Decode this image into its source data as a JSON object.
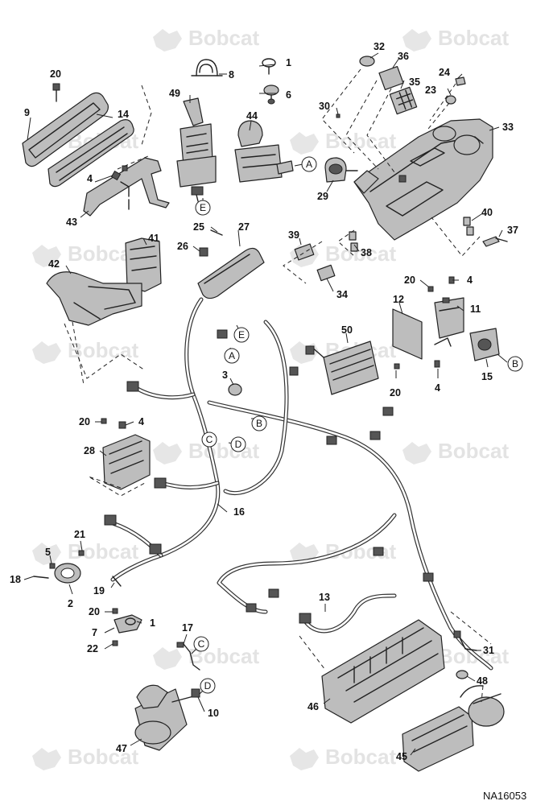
{
  "watermark": {
    "brand": "Bobcat"
  },
  "diagram": {
    "reference": "NA16053",
    "callouts": [
      {
        "label": "1"
      },
      {
        "label": "6"
      },
      {
        "label": "8"
      },
      {
        "label": "20"
      },
      {
        "label": "9"
      },
      {
        "label": "14"
      },
      {
        "label": "49"
      },
      {
        "label": "44"
      },
      {
        "label": "4"
      },
      {
        "label": "43"
      },
      {
        "label": "32"
      },
      {
        "label": "36"
      },
      {
        "label": "35"
      },
      {
        "label": "24"
      },
      {
        "label": "23"
      },
      {
        "label": "30"
      },
      {
        "label": "33"
      },
      {
        "label": "29"
      },
      {
        "label": "40"
      },
      {
        "label": "37"
      },
      {
        "label": "25"
      },
      {
        "label": "27"
      },
      {
        "label": "26"
      },
      {
        "label": "41"
      },
      {
        "label": "42"
      },
      {
        "label": "39"
      },
      {
        "label": "38"
      },
      {
        "label": "34"
      },
      {
        "label": "20"
      },
      {
        "label": "4"
      },
      {
        "label": "12"
      },
      {
        "label": "11"
      },
      {
        "label": "50"
      },
      {
        "label": "3"
      },
      {
        "label": "15"
      },
      {
        "label": "20"
      },
      {
        "label": "4"
      },
      {
        "label": "20"
      },
      {
        "label": "4"
      },
      {
        "label": "28"
      },
      {
        "label": "16"
      },
      {
        "label": "21"
      },
      {
        "label": "5"
      },
      {
        "label": "18"
      },
      {
        "label": "2"
      },
      {
        "label": "19"
      },
      {
        "label": "13"
      },
      {
        "label": "20"
      },
      {
        "label": "7"
      },
      {
        "label": "1"
      },
      {
        "label": "22"
      },
      {
        "label": "17"
      },
      {
        "label": "31"
      },
      {
        "label": "46"
      },
      {
        "label": "48"
      },
      {
        "label": "10"
      },
      {
        "label": "47"
      },
      {
        "label": "45"
      }
    ],
    "connectors": [
      {
        "letter": "A"
      },
      {
        "letter": "E"
      },
      {
        "letter": "E"
      },
      {
        "letter": "A"
      },
      {
        "letter": "B"
      },
      {
        "letter": "B"
      },
      {
        "letter": "C"
      },
      {
        "letter": "D"
      },
      {
        "letter": "C"
      },
      {
        "letter": "D"
      }
    ]
  }
}
